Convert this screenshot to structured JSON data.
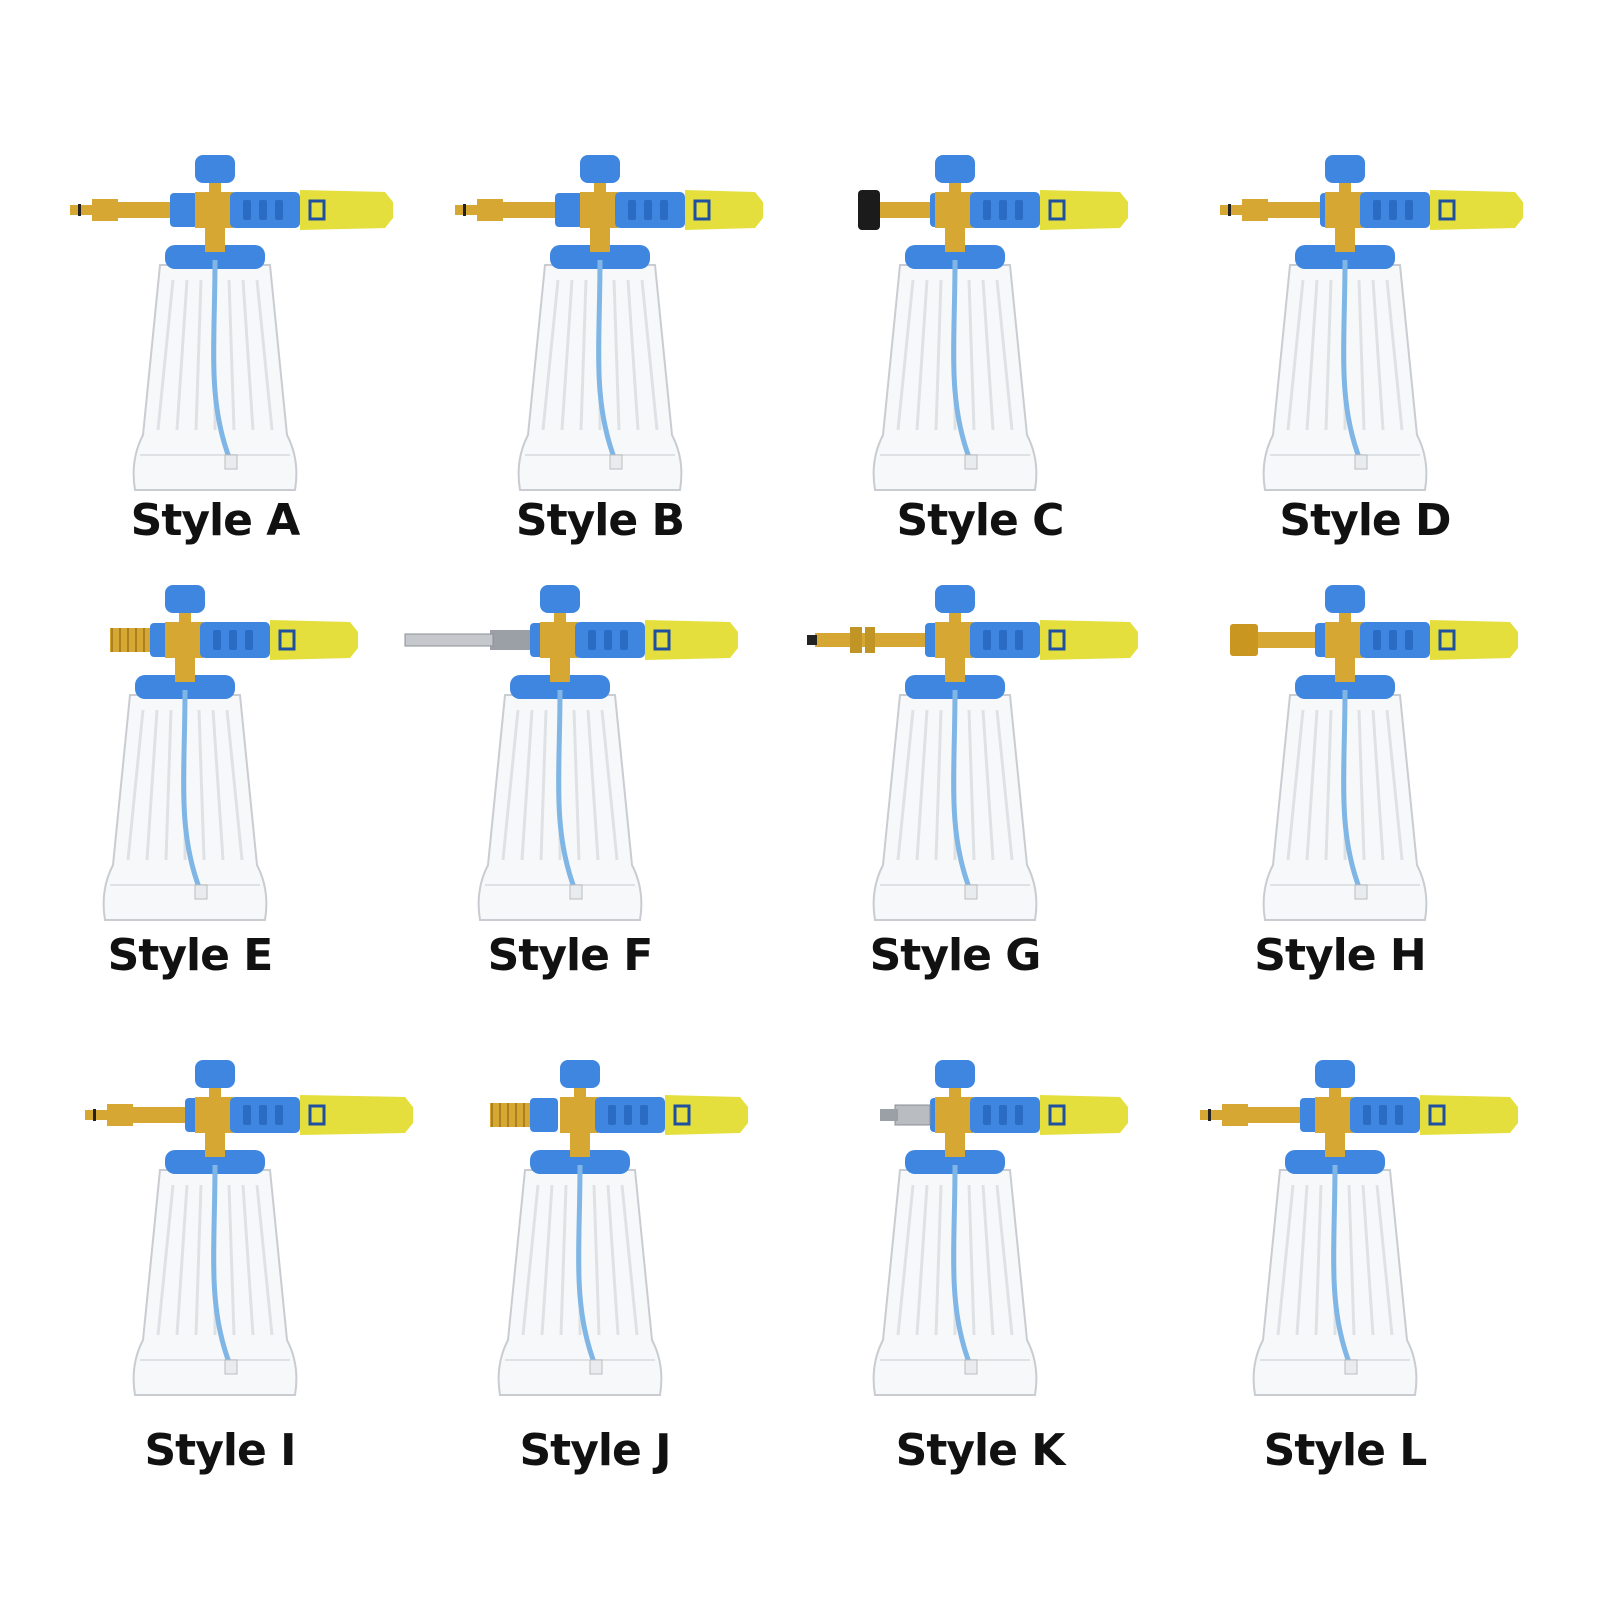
{
  "items": [
    {
      "label": "Style A",
      "connector": "brass-short"
    },
    {
      "label": "Style B",
      "connector": "brass-short"
    },
    {
      "label": "Style C",
      "connector": "black-nut"
    },
    {
      "label": "Style D",
      "connector": "brass-short"
    },
    {
      "label": "Style E",
      "connector": "brass-threaded"
    },
    {
      "label": "Style F",
      "connector": "steel-long"
    },
    {
      "label": "Style G",
      "connector": "brass-ringed"
    },
    {
      "label": "Style H",
      "connector": "brass-bayonet"
    },
    {
      "label": "Style I",
      "connector": "brass-short"
    },
    {
      "label": "Style J",
      "connector": "brass-threaded"
    },
    {
      "label": "Style K",
      "connector": "steel-short"
    },
    {
      "label": "Style L",
      "connector": "brass-short"
    }
  ],
  "colors": {
    "blue": "#3f86e0",
    "blue_dark": "#2a6cc4",
    "yellow": "#e4df3c",
    "brass": "#d6a833",
    "hose": "#7fb6e6",
    "bottle_line": "#c9ccd0"
  }
}
